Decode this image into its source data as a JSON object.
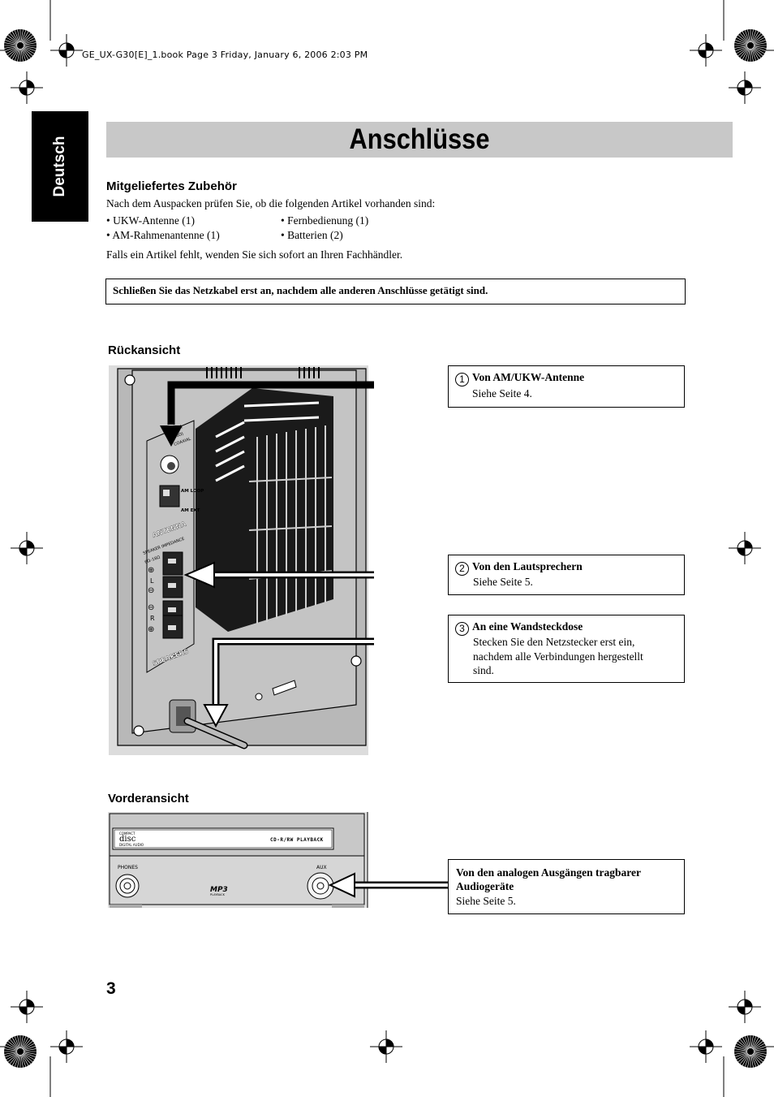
{
  "header": {
    "print_info": "GE_UX-G30[E]_1.book  Page 3  Friday, January 6, 2006  2:03 PM",
    "language_tab": "Deutsch"
  },
  "title": "Anschlüsse",
  "accessories": {
    "heading": "Mitgeliefertes Zubehör",
    "intro": "Nach dem Auspacken prüfen Sie, ob die folgenden Artikel vorhanden sind:",
    "items": [
      "• UKW-Antenne (1)",
      "• Fernbedienung (1)",
      "• AM-Rahmenantenne (1)",
      "• Batterien (2)"
    ],
    "footer": "Falls ein Artikel fehlt, wenden Sie sich sofort an Ihren Fachhändler."
  },
  "notice": "Schließen Sie das Netzkabel erst an, nachdem alle anderen Anschlüsse getätigt sind.",
  "rear_view": {
    "heading": "Rückansicht",
    "panel_labels": {
      "fm": "FM",
      "fm_sub": "(75Ω)",
      "coaxial": "COAXIAL",
      "am_loop": "AM LOOP",
      "am_ext": "AM EXT",
      "antenna": "ANTENNA",
      "speaker_impedance": "SPEAKER IMPEDANCE",
      "impedance_value": "6Ω–16Ω",
      "left": "L",
      "right": "R",
      "speakers": "SPEAKERS"
    },
    "callouts": [
      {
        "num": "1",
        "title": "Von AM/UKW-Antenne",
        "lines": [
          "Siehe Seite 4."
        ]
      },
      {
        "num": "2",
        "title": "Von den Lautsprechern",
        "lines": [
          "Siehe Seite 5."
        ]
      },
      {
        "num": "3",
        "title": "An eine Wandsteckdose",
        "lines": [
          "Stecken Sie den Netzstecker erst ein,",
          "nachdem alle Verbindungen hergestellt",
          "sind."
        ]
      }
    ]
  },
  "front_view": {
    "heading": "Vorderansicht",
    "panel_labels": {
      "disc_logo_top": "COMPACT",
      "disc_logo": "disc",
      "disc_logo_bottom": "DIGITAL AUDIO",
      "display": "CD-R/RW PLAYBACK",
      "phones": "PHONES",
      "aux": "AUX",
      "mp3": "MP3",
      "mp3_sub": "PLAYBACK"
    },
    "callout": {
      "title_line1": "Von den analogen Ausgängen tragbarer",
      "title_line2": "Audiogeräte",
      "line": "Siehe Seite 5."
    }
  },
  "page_number": "3"
}
